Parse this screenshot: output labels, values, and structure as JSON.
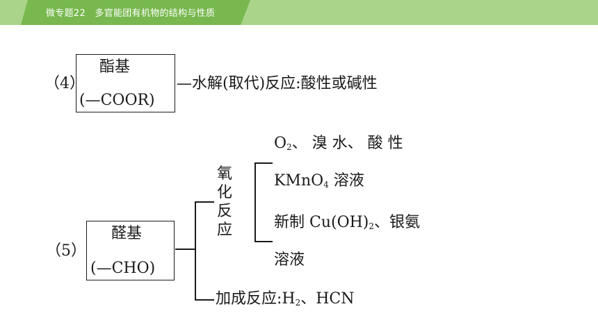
{
  "header": {
    "title": "微专题22　多官能团有机物的结构与性质"
  },
  "item4": {
    "index": "（4）",
    "group_name": "酯基",
    "group_formula": "(—COOR)",
    "reaction": "—水解(取代)反应:酸性或碱性"
  },
  "item5": {
    "index": "（5）",
    "group_name": "醛基",
    "group_formula": "(—CHO)",
    "oxidation_label": "氧化反应",
    "oxidation_chars": [
      "氧",
      "化",
      "反",
      "应"
    ],
    "oxidants": {
      "line1_o": "O",
      "line1_o_sub": "2",
      "line1_rest": "、 溴 水、 酸 性",
      "line2_kmno": "KMnO",
      "line2_sub": "4",
      "line2_rest": " 溶液",
      "line3_pre": "新制 Cu(OH)",
      "line3_sub": "2",
      "line3_rest": "、银氨",
      "line4": "溶液"
    },
    "addition_pre": "加成反应:H",
    "addition_sub": "2",
    "addition_rest": "、HCN"
  }
}
